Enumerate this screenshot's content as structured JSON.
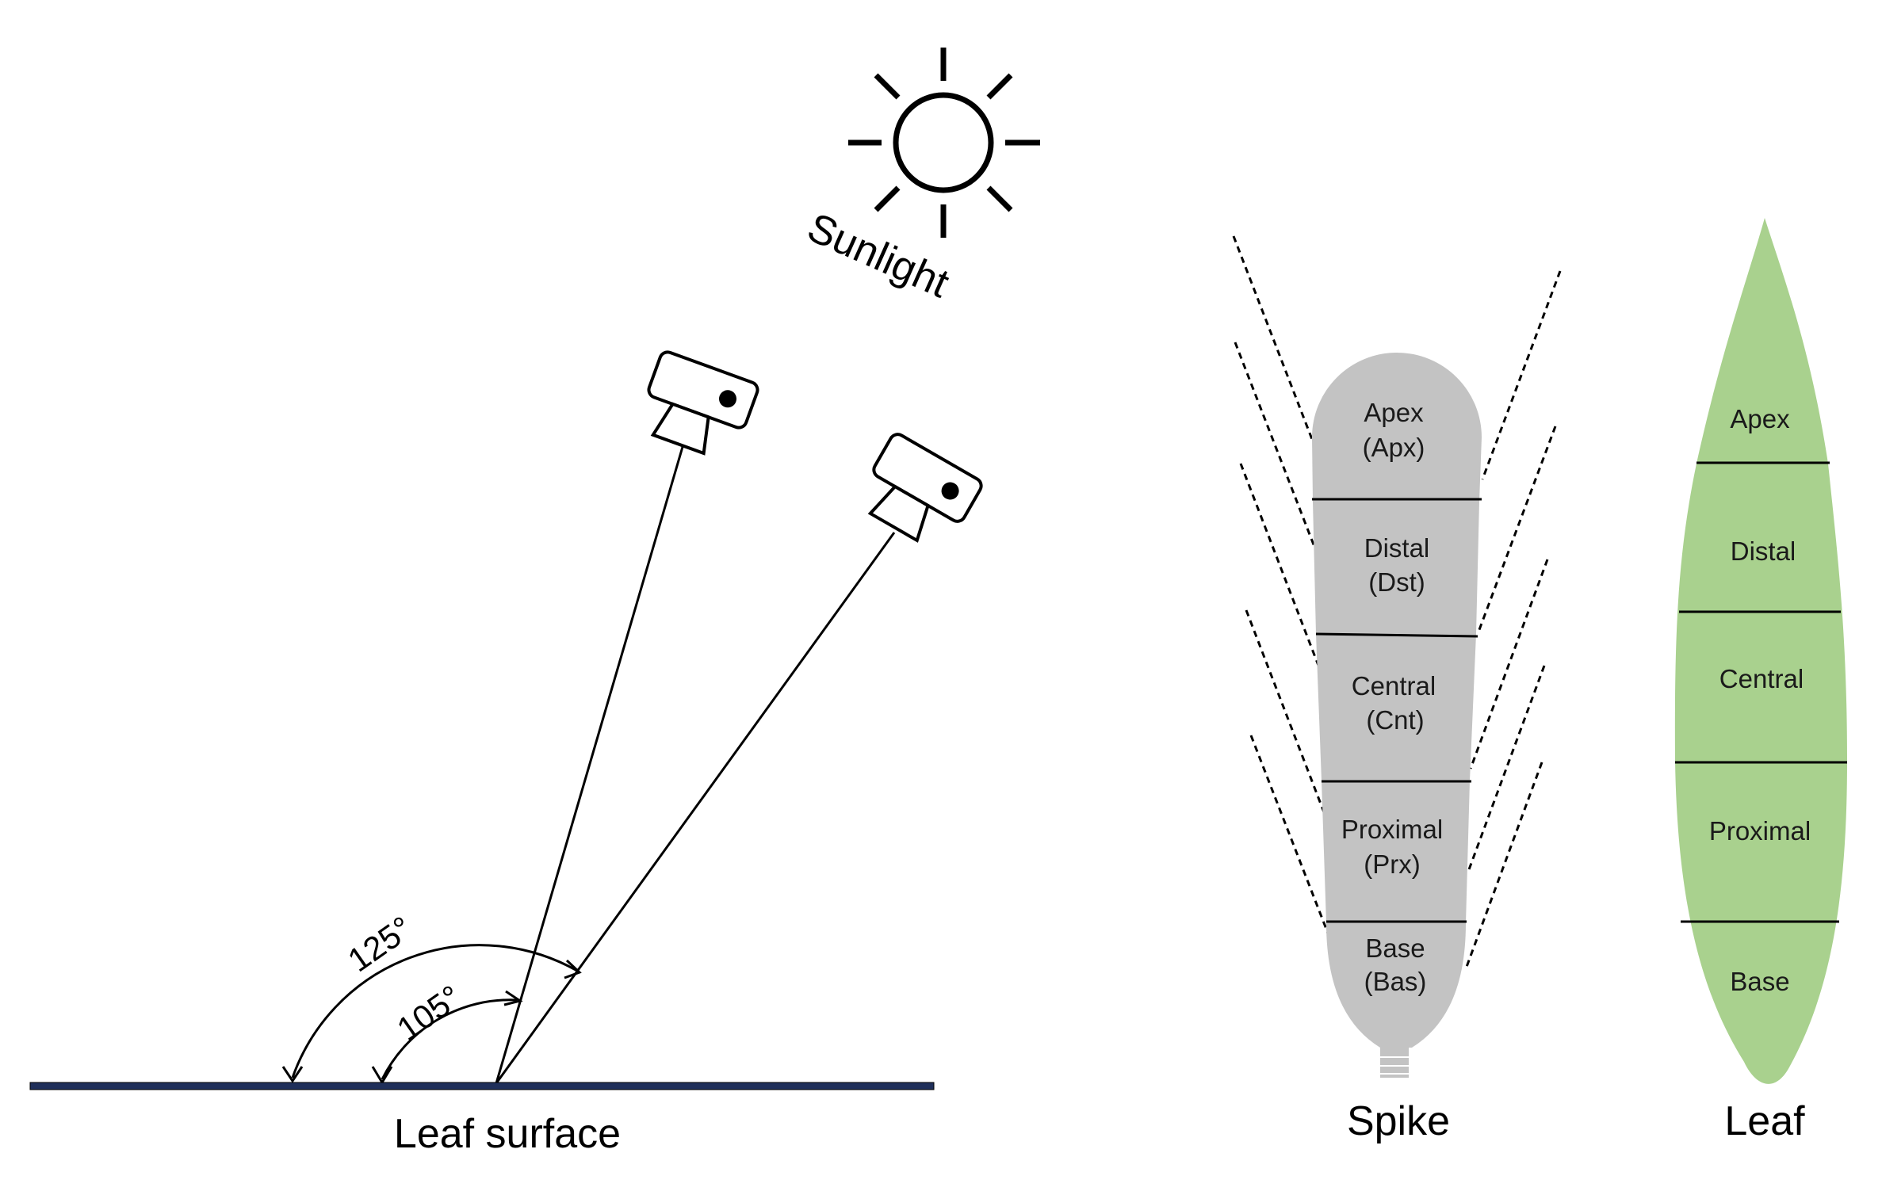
{
  "colors": {
    "spike_fill": "#c3c3c3",
    "leaf_fill": "#a9d18e",
    "surface_line": "#1f2f5a",
    "ink": "#000000"
  },
  "icons": [
    "sun-icon",
    "camera-icon"
  ],
  "left_panel": {
    "sun_label": "Sunlight",
    "surface_label": "Leaf surface",
    "angles": [
      {
        "value": 125,
        "label": "125°"
      },
      {
        "value": 105,
        "label": "105°"
      }
    ]
  },
  "spike": {
    "title": "Spike",
    "segments": [
      {
        "name": "Apex",
        "abbr": "(Apx)"
      },
      {
        "name": "Distal",
        "abbr": "(Dst)"
      },
      {
        "name": "Central",
        "abbr": "(Cnt)"
      },
      {
        "name": "Proximal",
        "abbr": "(Prx)"
      },
      {
        "name": "Base",
        "abbr": "(Bas)"
      }
    ]
  },
  "leaf": {
    "title": "Leaf",
    "segments": [
      {
        "name": "Apex"
      },
      {
        "name": "Distal"
      },
      {
        "name": "Central"
      },
      {
        "name": "Proximal"
      },
      {
        "name": "Base"
      }
    ]
  }
}
